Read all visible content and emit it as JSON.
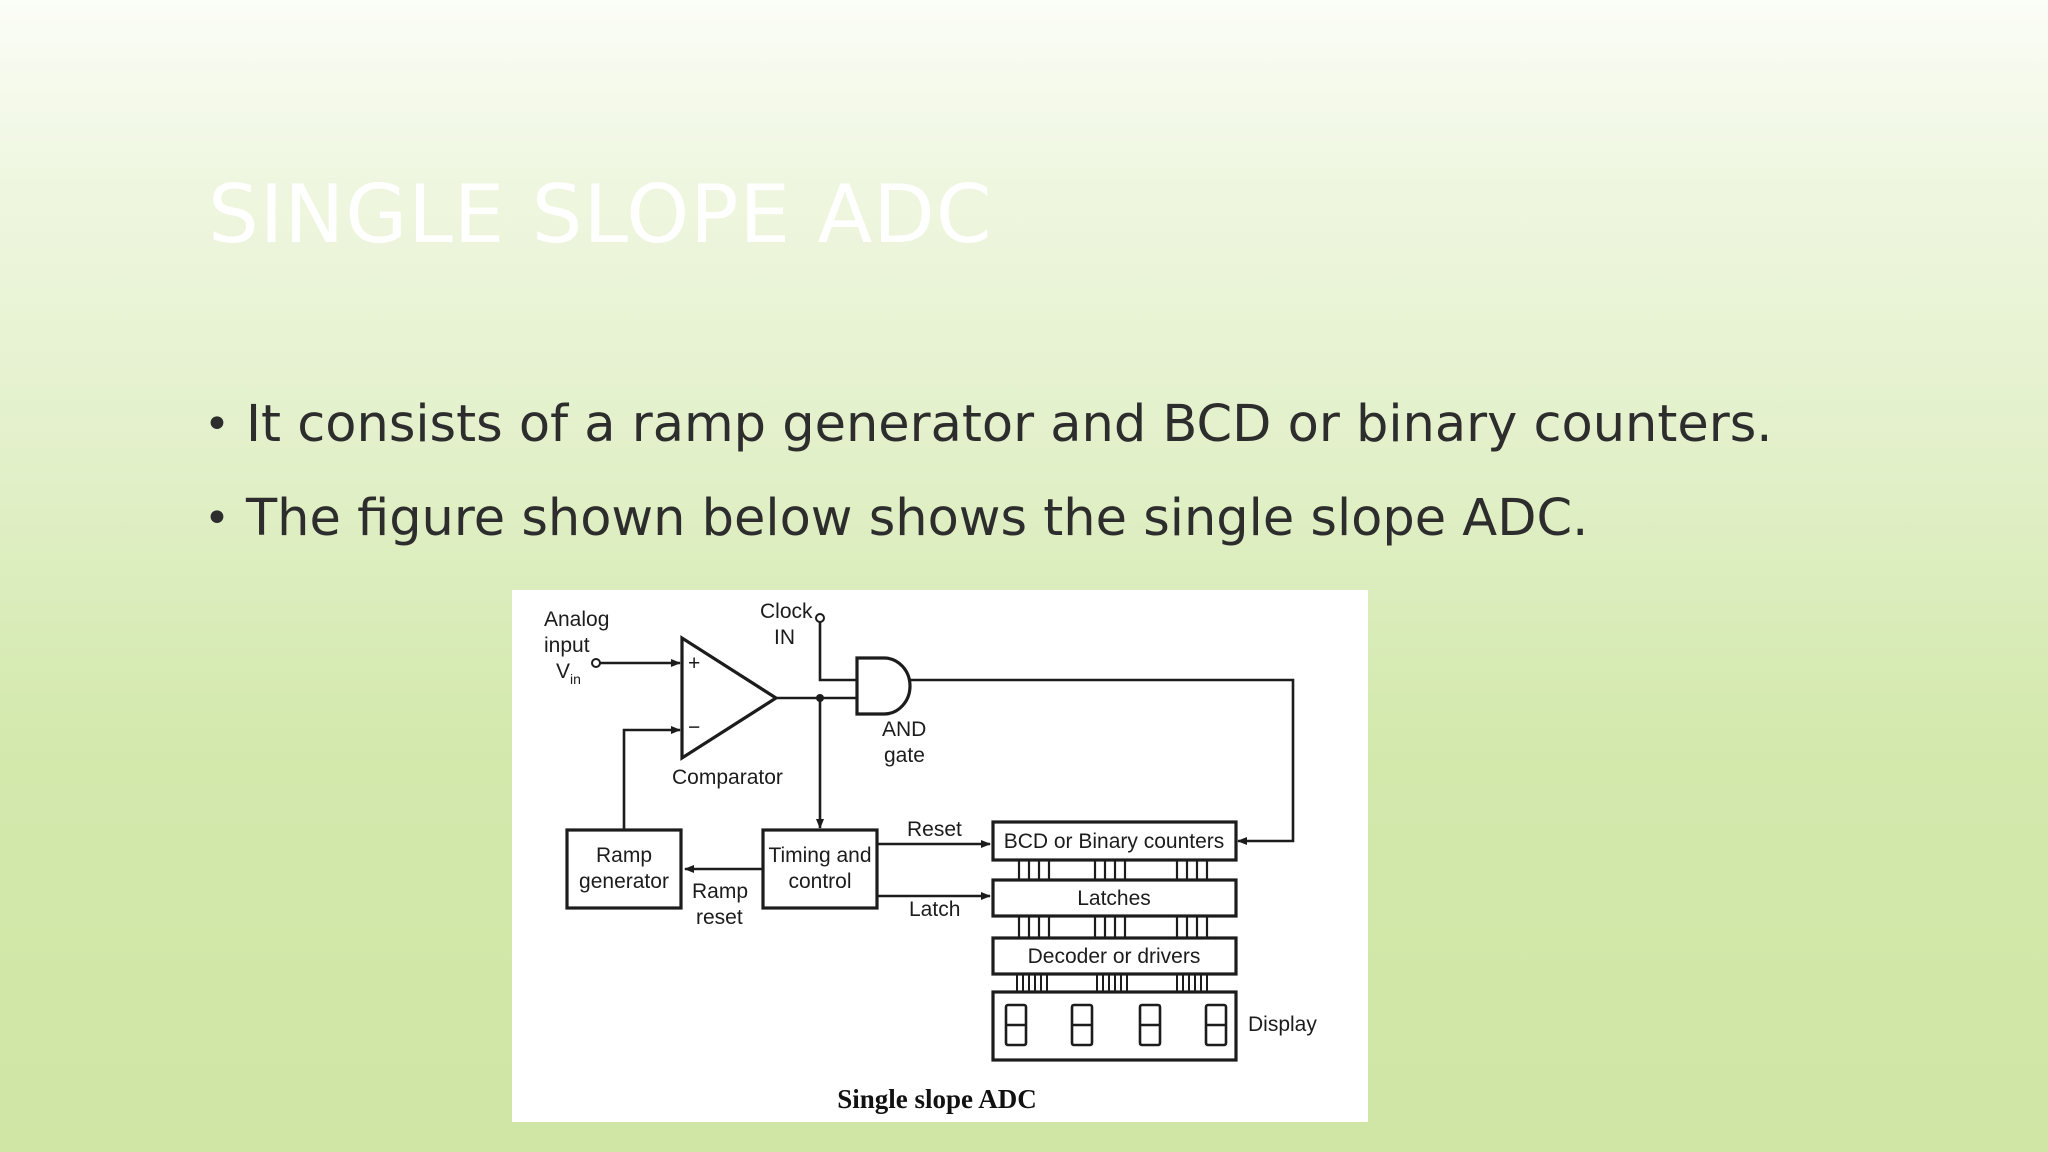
{
  "slide": {
    "title": "SINGLE SLOPE ADC",
    "bullets": [
      "It consists of a ramp generator and BCD or binary counters.",
      "The figure shown below shows the single slope ADC."
    ]
  },
  "figure": {
    "caption": "Single slope ADC",
    "labels": {
      "analog_input_1": "Analog",
      "analog_input_2": "input",
      "vin": "V",
      "vin_sub": "in",
      "clock_1": "Clock",
      "clock_2": "IN",
      "plus": "+",
      "minus": "−",
      "comparator": "Comparator",
      "and_gate_1": "AND",
      "and_gate_2": "gate",
      "ramp_gen_1": "Ramp",
      "ramp_gen_2": "generator",
      "ramp_reset_1": "Ramp",
      "ramp_reset_2": "reset",
      "timing_1": "Timing and",
      "timing_2": "control",
      "reset": "Reset",
      "latch": "Latch",
      "counters": "BCD or Binary counters",
      "latches": "Latches",
      "decoder": "Decoder or drivers",
      "display": "Display"
    }
  }
}
